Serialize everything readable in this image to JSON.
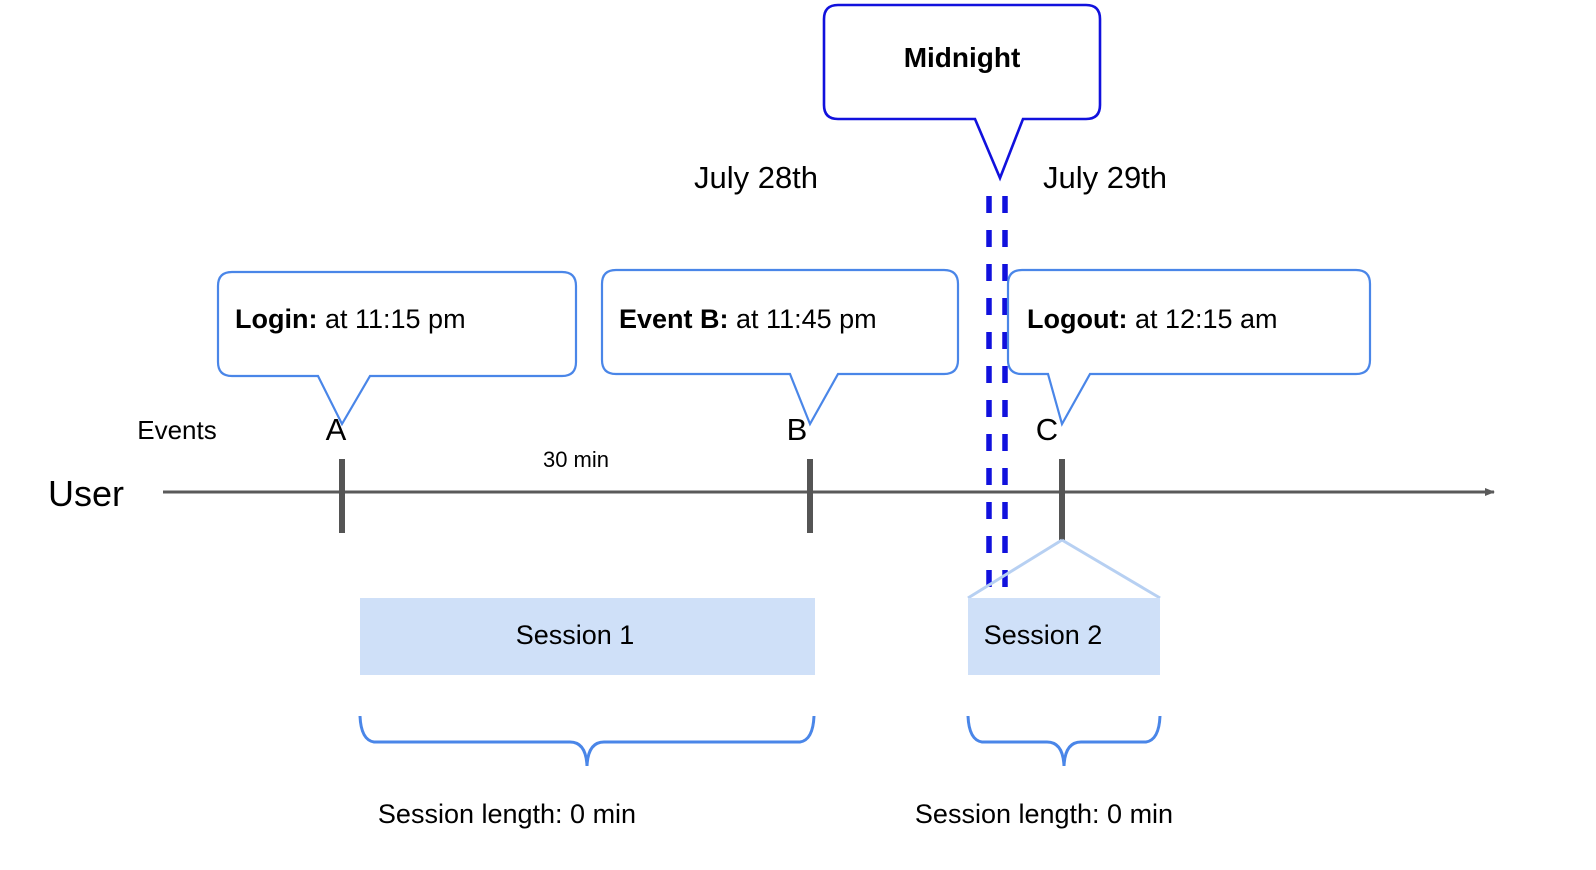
{
  "diagram": {
    "title_callout": {
      "label": "Midnight",
      "border_color": "#1111dd"
    },
    "dates": [
      {
        "label": "July 28th"
      },
      {
        "label": "July 29th"
      }
    ],
    "event_callouts": [
      {
        "bold": "Login:",
        "rest": " at 11:15 pm",
        "border_color": "#4a86e8"
      },
      {
        "bold": "Event B:",
        "rest": " at 11:45 pm",
        "border_color": "#4a86e8"
      },
      {
        "bold": "Logout:",
        "rest": " at 12:15 am",
        "border_color": "#4a86e8"
      }
    ],
    "axis": {
      "row_label": "User",
      "events_label": "Events",
      "line_color": "#5a5a5a",
      "tick_color": "#555555",
      "points": [
        {
          "label": "A"
        },
        {
          "label": "B"
        },
        {
          "label": "C"
        }
      ],
      "gap_label": "30 min"
    },
    "sessions": [
      {
        "label": "Session 1",
        "fill": "#cfe0f8",
        "length_label": "Session length: 0 min"
      },
      {
        "label": "Session 2",
        "fill": "#cfe0f8",
        "length_label": "Session length: 0 min"
      }
    ],
    "midnight_divider": {
      "color": "#1111dd",
      "style": "double-dashed-vertical"
    }
  }
}
